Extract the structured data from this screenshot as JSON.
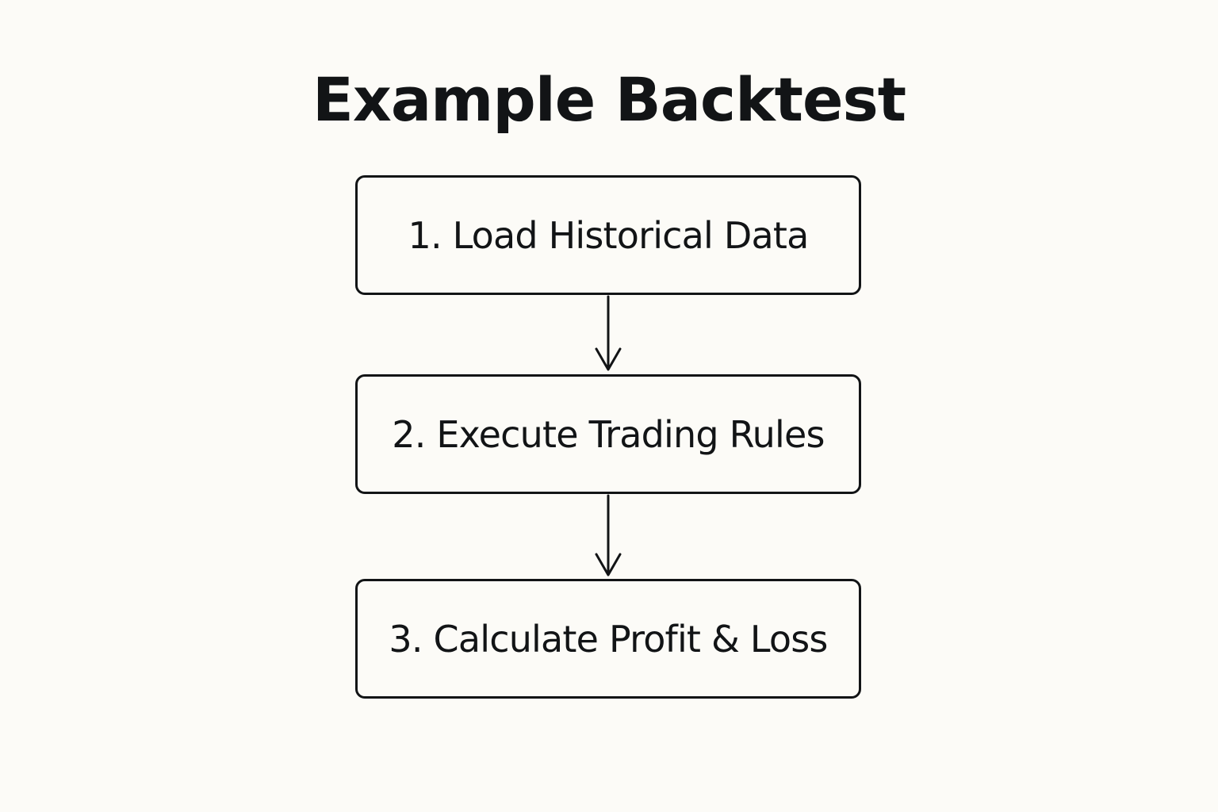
{
  "title": "Example Backtest",
  "steps": [
    {
      "label": "1. Load Historical Data"
    },
    {
      "label": "2. Execute Trading Rules"
    },
    {
      "label": "3. Calculate Profit & Loss"
    }
  ],
  "colors": {
    "background": "#fcfbf7",
    "ink": "#121416"
  }
}
